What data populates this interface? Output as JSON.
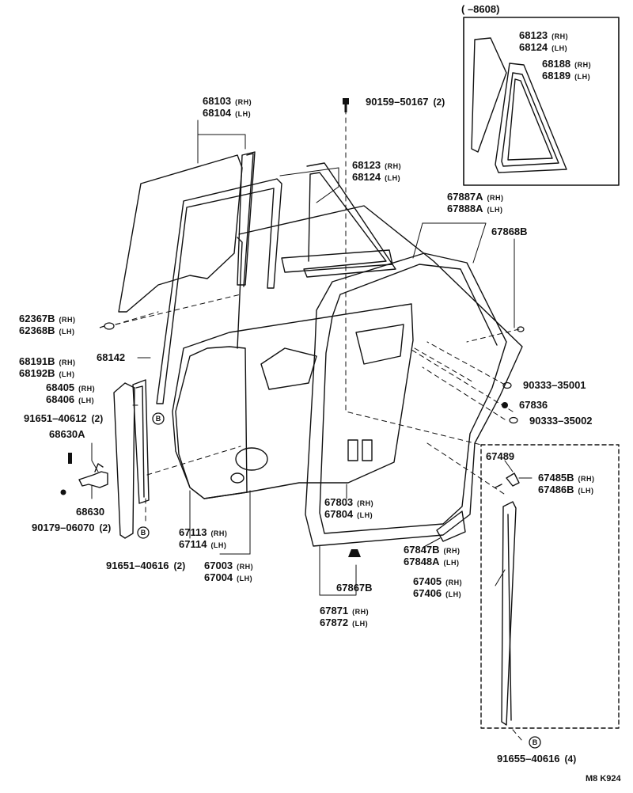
{
  "inset_caption": "(      –8608)",
  "footer_code": "M8  K924",
  "labels": {
    "p68123_inset": {
      "a": "68123",
      "a_side": "(RH)",
      "b": "68124",
      "b_side": "(LH)"
    },
    "p68188": {
      "a": "68188",
      "a_side": "(RH)",
      "b": "68189",
      "b_side": "(LH)"
    },
    "p68103": {
      "a": "68103",
      "a_side": "(RH)",
      "b": "68104",
      "b_side": "(LH)"
    },
    "p90159": {
      "a": "90159–50167",
      "qty": "(2)"
    },
    "p68123": {
      "a": "68123",
      "a_side": "(RH)",
      "b": "68124",
      "b_side": "(LH)"
    },
    "p67887": {
      "a": "67887A",
      "a_side": "(RH)",
      "b": "67888A",
      "b_side": "(LH)"
    },
    "p67868": {
      "a": "67868B"
    },
    "p62367": {
      "a": "62367B",
      "a_side": "(RH)",
      "b": "62368B",
      "b_side": "(LH)"
    },
    "p68142": {
      "a": "68142"
    },
    "p68191": {
      "a": "68191B",
      "a_side": "(RH)",
      "b": "68192B",
      "b_side": "(LH)"
    },
    "p68405": {
      "a": "68405",
      "a_side": "(RH)",
      "b": "68406",
      "b_side": "(LH)"
    },
    "p91651a": {
      "a": "91651–40612",
      "qty": "(2)"
    },
    "p68630A": {
      "a": "68630A"
    },
    "p68630": {
      "a": "68630"
    },
    "p90179": {
      "a": "90179–06070",
      "qty": "(2)"
    },
    "p90333a": {
      "a": "90333–35001"
    },
    "p67836": {
      "a": "67836"
    },
    "p90333b": {
      "a": "90333–35002"
    },
    "p67489": {
      "a": "67489"
    },
    "p67485": {
      "a": "67485B",
      "a_side": "(RH)",
      "b": "67486B",
      "b_side": "(LH)"
    },
    "p67803": {
      "a": "67803",
      "a_side": "(RH)",
      "b": "67804",
      "b_side": "(LH)"
    },
    "p67847": {
      "a": "67847B",
      "a_side": "(RH)",
      "b": "67848A",
      "b_side": "(LH)"
    },
    "p67113": {
      "a": "67113",
      "a_side": "(RH)",
      "b": "67114",
      "b_side": "(LH)"
    },
    "p91651b": {
      "a": "91651–40616",
      "qty": "(2)"
    },
    "p67003": {
      "a": "67003",
      "a_side": "(RH)",
      "b": "67004",
      "b_side": "(LH)"
    },
    "p67405": {
      "a": "67405",
      "a_side": "(RH)",
      "b": "67406",
      "b_side": "(LH)"
    },
    "p67867": {
      "a": "67867B"
    },
    "p67871": {
      "a": "67871",
      "a_side": "(RH)",
      "b": "67872",
      "b_side": "(LH)"
    },
    "p91655": {
      "a": "91655–40616",
      "qty": "(4)"
    }
  },
  "icons": [
    "bolt-icon",
    "clip-icon",
    "grommet-icon",
    "screw-icon",
    "circled-b-fastener-icon"
  ],
  "colors": {
    "ink": "#111111",
    "paper": "#ffffff"
  }
}
